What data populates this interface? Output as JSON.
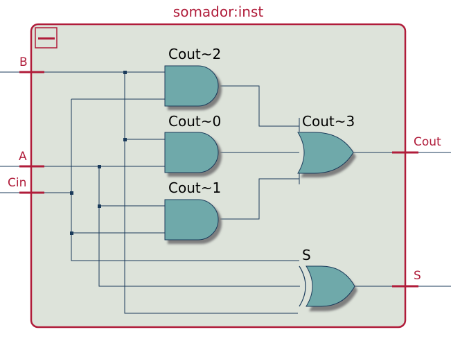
{
  "block": {
    "title": "somador:inst",
    "collapse_symbol": "minus-icon"
  },
  "inputs": [
    {
      "id": "B",
      "label": "B"
    },
    {
      "id": "A",
      "label": "A"
    },
    {
      "id": "Cin",
      "label": "Cin"
    }
  ],
  "outputs": [
    {
      "id": "Cout",
      "label": "Cout"
    },
    {
      "id": "S",
      "label": "S"
    }
  ],
  "gates": [
    {
      "id": "cout2",
      "type": "AND",
      "label": "Cout~2"
    },
    {
      "id": "cout0",
      "type": "AND",
      "label": "Cout~0"
    },
    {
      "id": "cout1",
      "type": "AND",
      "label": "Cout~1"
    },
    {
      "id": "cout3",
      "type": "OR",
      "label": "Cout~3"
    },
    {
      "id": "s",
      "type": "XOR",
      "label": "S"
    }
  ],
  "colors": {
    "block_border": "#b01c3a",
    "block_fill": "#dde3da",
    "gate_fill": "#6fa9aa",
    "gate_shadow": "#7f7f7f",
    "wire": "#1a3a5a",
    "port_text": "#b01c3a"
  }
}
